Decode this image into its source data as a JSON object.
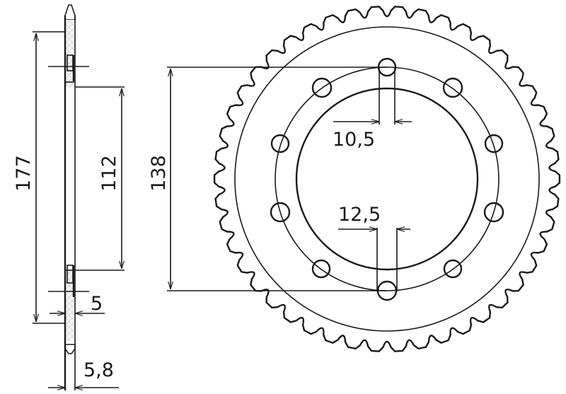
{
  "dimensions": {
    "outer_diameter": "177",
    "bore_diameter": "112",
    "bolt_circle_diameter": "138",
    "slot_width": "10,5",
    "hole_diameter": "12,5",
    "hub_thickness": "5",
    "plate_thickness": "5,8"
  },
  "colors": {
    "line": "#1a1a1a",
    "hatch": "#b8b8b8"
  }
}
